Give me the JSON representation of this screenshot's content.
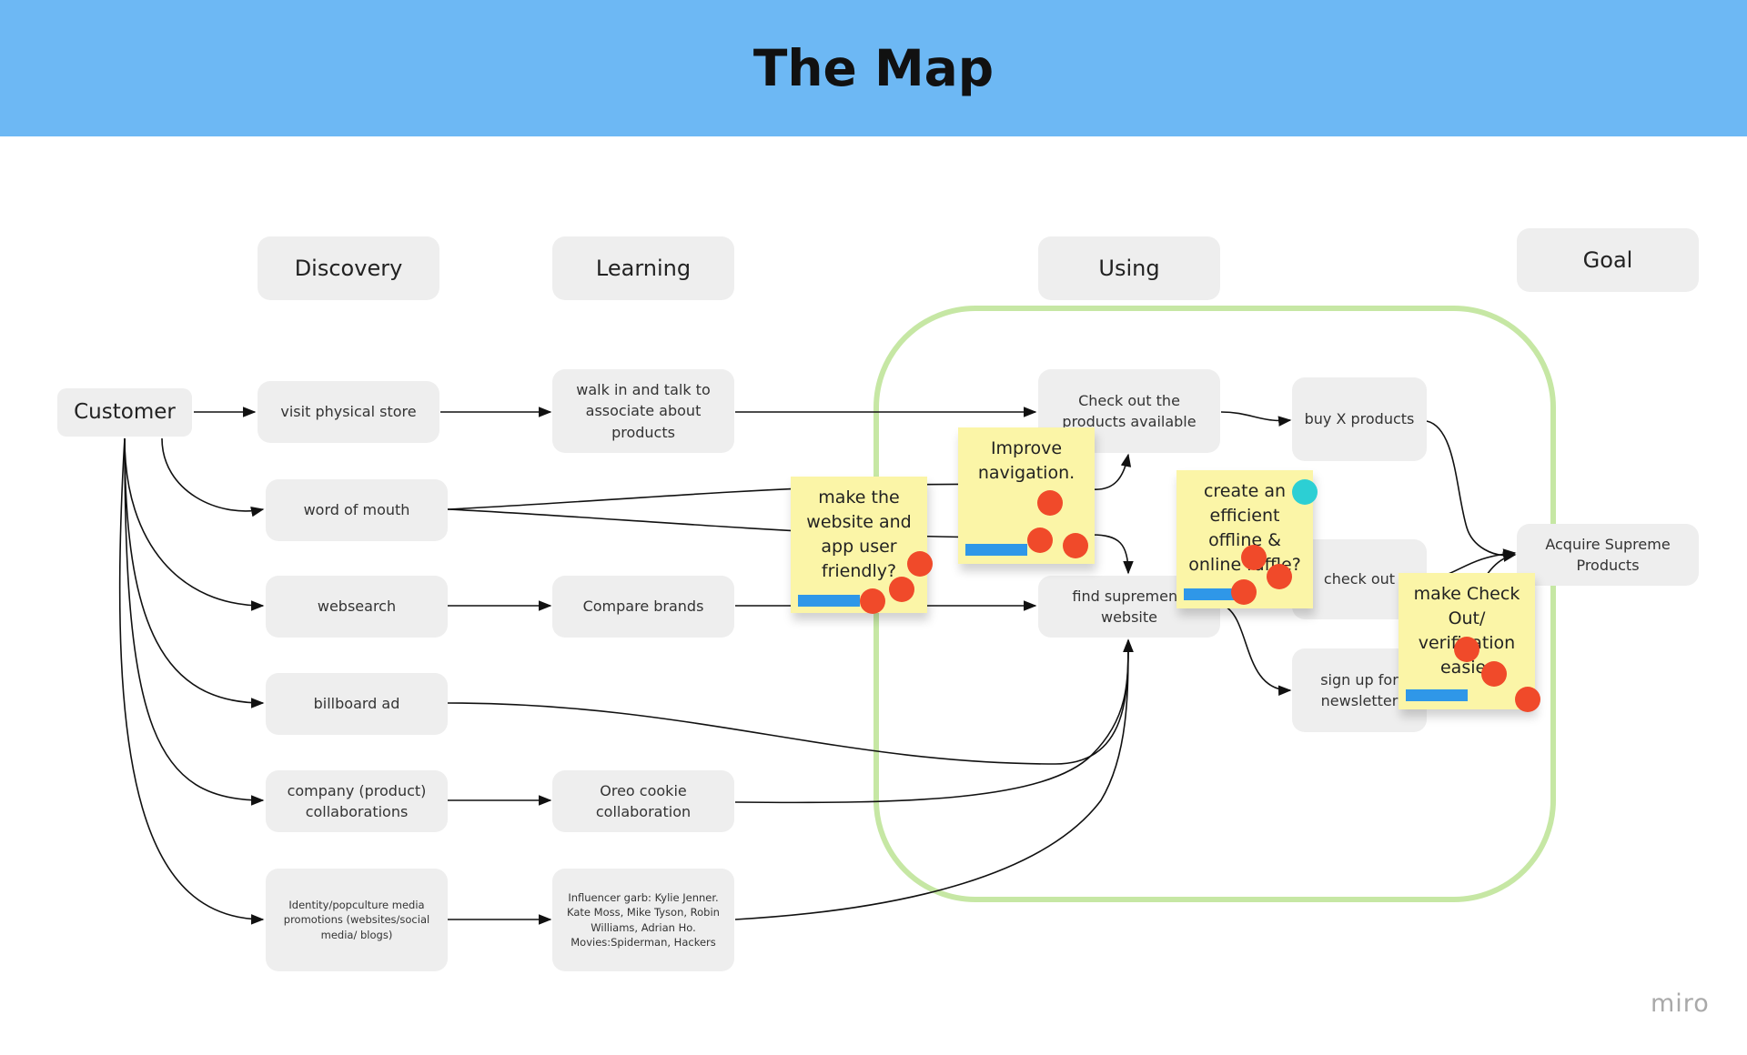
{
  "title": "The Map",
  "stages": {
    "discovery": "Discovery",
    "learning": "Learning",
    "using": "Using",
    "goal": "Goal"
  },
  "nodes": {
    "customer": "Customer",
    "visit_store": "visit physical store",
    "word_of_mouth": "word of mouth",
    "websearch": "websearch",
    "billboard": "billboard ad",
    "collaborations": "company (product) collaborations",
    "identity_media": "Identity/popculture media promotions (websites/social media/ blogs)",
    "walk_in": "walk in and talk to associate about products",
    "compare_brands": "Compare brands",
    "oreo": "Oreo cookie collaboration",
    "influencer": "Influencer garb: Kylie Jenner. Kate Moss, Mike Tyson, Robin Williams, Adrian Ho. Movies:Spiderman, Hackers",
    "check_products": "Check out the products available",
    "find_website": "find supremeny website",
    "buy": "buy X products",
    "checkout": "check out",
    "newsletter": "sign up for newsletter",
    "acquire": "Acquire Supreme Products"
  },
  "stickies": {
    "user_friendly": "make the website and app user friendly?",
    "navigation": "Improve navigation.",
    "raffle": "create an efficient offline & online raffle?",
    "checkout_easier": "make Check Out/ verification easier"
  },
  "colors": {
    "header": "#6db8f4",
    "node": "#eeeeee",
    "sticky": "#fbf5a7",
    "vote_dot": "#f04a2a",
    "teal_dot": "#2ccfd4",
    "tag": "#2f97e8",
    "frame": "#c6e7a4"
  },
  "branding": "miro"
}
